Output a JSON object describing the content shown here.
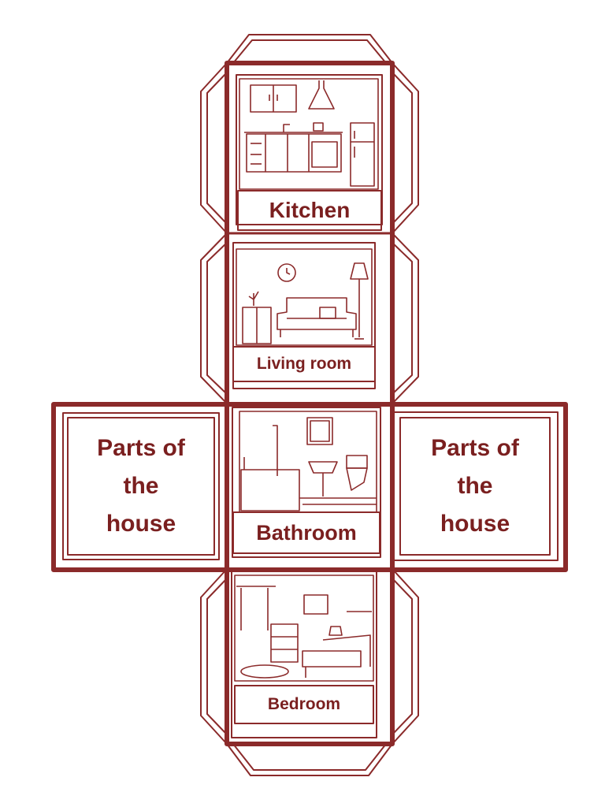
{
  "accent_color": "#8b2a2a",
  "faces": {
    "kitchen": {
      "label": "Kitchen",
      "icon": "kitchen-illustration"
    },
    "living_room": {
      "label": "Living room",
      "icon": "living-room-illustration"
    },
    "bathroom": {
      "label": "Bathroom",
      "icon": "bathroom-illustration"
    },
    "bedroom": {
      "label": "Bedroom",
      "icon": "bedroom-illustration"
    }
  },
  "side_faces": {
    "left": {
      "line1": "Parts of",
      "line2": "the",
      "line3": "house"
    },
    "right": {
      "line1": "Parts of",
      "line2": "the",
      "line3": "house"
    }
  }
}
